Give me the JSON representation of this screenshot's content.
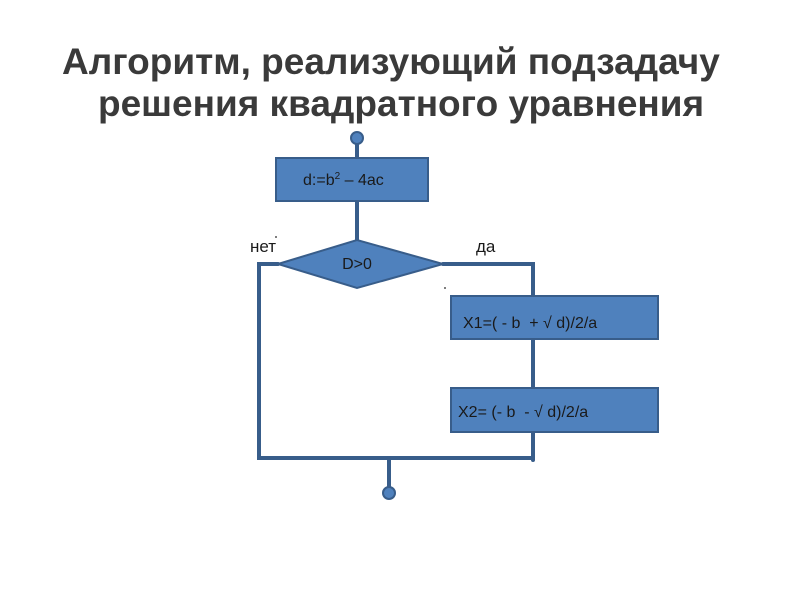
{
  "title": {
    "line1": "Алгоритм, реализующий подзадачу",
    "line2": "решения квадратного уравнения"
  },
  "diagram": {
    "compute_box": {
      "text_main": "d:=b",
      "text_sup": "2",
      "text_tail": " – 4ac"
    },
    "decision": {
      "text": "D>0",
      "no_label": "нет",
      "yes_label": "да"
    },
    "x1_box": {
      "text": "X1=( - b  + √ d)/2/a"
    },
    "x2_box": {
      "text": "X2= (- b  - √ d)/2/a"
    }
  },
  "colors": {
    "box_fill": "#4f81bd",
    "box_border": "#385d8a",
    "title_text": "#3a3a3a"
  }
}
